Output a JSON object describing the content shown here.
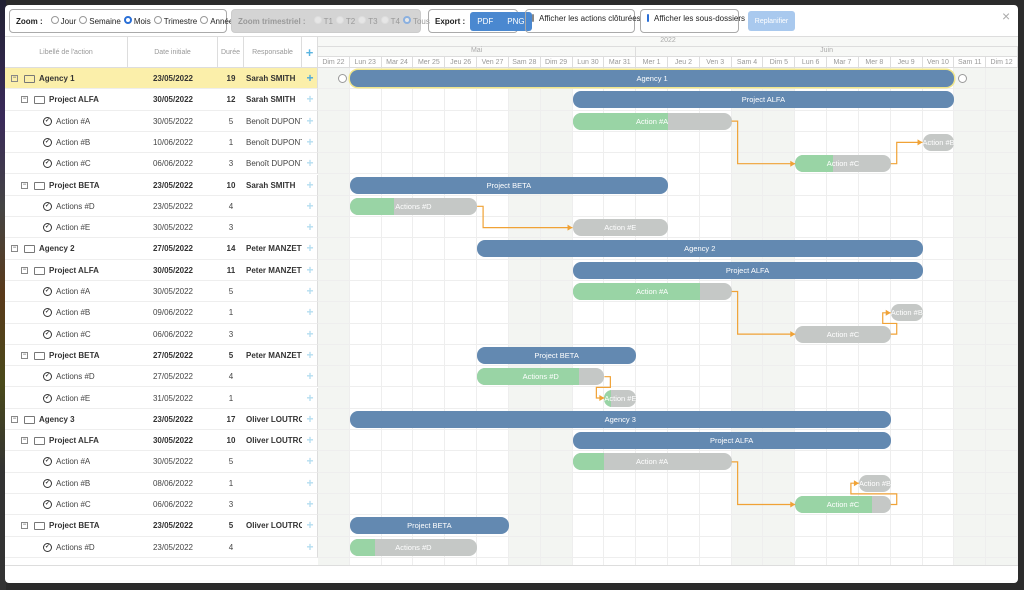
{
  "toolbar": {
    "zoom_label": "Zoom :",
    "zoom_options": [
      {
        "label": "Jour",
        "on": false
      },
      {
        "label": "Semaine",
        "on": false
      },
      {
        "label": "Mois",
        "on": true
      },
      {
        "label": "Trimestre",
        "on": false
      },
      {
        "label": "Année",
        "on": false
      }
    ],
    "quarter_label": "Zoom trimestriel :",
    "quarter_options": [
      {
        "label": "T1",
        "on": false
      },
      {
        "label": "T2",
        "on": false
      },
      {
        "label": "T3",
        "on": false
      },
      {
        "label": "T4",
        "on": false
      },
      {
        "label": "Tous",
        "on": true
      }
    ],
    "export_label": "Export :",
    "pdf": "PDF",
    "png": "PNG",
    "show_closed": "Afficher les actions clôturées",
    "show_closed_checked": false,
    "show_sub": "Afficher les sous-dossiers",
    "show_sub_checked": true,
    "replan": "Replanifier",
    "close": "×"
  },
  "table_header": {
    "label": "Libellé de l'action",
    "date": "Date initiale",
    "duration": "Durée",
    "responsible": "Responsable",
    "add": "+"
  },
  "timeline": {
    "year": "2022",
    "months": [
      {
        "label": "Mai",
        "days": 10
      },
      {
        "label": "Juin",
        "days": 12
      }
    ],
    "days": [
      "Dim 22",
      "Lun 23",
      "Mar 24",
      "Mer 25",
      "Jeu 26",
      "Ven 27",
      "Sam 28",
      "Dim 29",
      "Lun 30",
      "Mar 31",
      "Mer 1",
      "Jeu 2",
      "Ven 3",
      "Sam 4",
      "Dim 5",
      "Lun 6",
      "Mar 7",
      "Mer 8",
      "Jeu 9",
      "Ven 10",
      "Sam 11",
      "Dim 12"
    ],
    "weekend": [
      0,
      6,
      7,
      13,
      14,
      20,
      21
    ]
  },
  "colors": {
    "parent_bar": "#6389b1",
    "progress": "#99d4a5",
    "remaining": "#c5c8c6",
    "dependency": "#f0a236",
    "selected_row": "#fbefaa"
  },
  "rows": [
    {
      "type": "agency",
      "label": "Agency 1",
      "date": "23/05/2022",
      "duration": 19,
      "responsible": "Sarah SMITH",
      "selected": true
    },
    {
      "type": "project",
      "label": "Project ALFA",
      "date": "30/05/2022",
      "duration": 12,
      "responsible": "Sarah SMITH"
    },
    {
      "type": "action",
      "label": "Action #A",
      "date": "30/05/2022",
      "duration": 5,
      "responsible": "Benoît DUPONT",
      "progress": 0.6
    },
    {
      "type": "action",
      "label": "Action #B",
      "date": "10/06/2022",
      "duration": 1,
      "responsible": "Benoît DUPONT",
      "progress": 0
    },
    {
      "type": "action",
      "label": "Action #C",
      "date": "06/06/2022",
      "duration": 3,
      "responsible": "Benoît DUPONT",
      "progress": 0.4
    },
    {
      "type": "project",
      "label": "Project BETA",
      "date": "23/05/2022",
      "duration": 10,
      "responsible": "Sarah SMITH"
    },
    {
      "type": "action",
      "label": "Actions #D",
      "date": "23/05/2022",
      "duration": 4,
      "responsible": "",
      "progress": 0.35
    },
    {
      "type": "action",
      "label": "Action #E",
      "date": "30/05/2022",
      "duration": 3,
      "responsible": "",
      "progress": 0
    },
    {
      "type": "agency",
      "label": "Agency 2",
      "date": "27/05/2022",
      "duration": 14,
      "responsible": "Peter MANZETTI"
    },
    {
      "type": "project",
      "label": "Project ALFA",
      "date": "30/05/2022",
      "duration": 11,
      "responsible": "Peter MANZETTI"
    },
    {
      "type": "action",
      "label": "Action #A",
      "date": "30/05/2022",
      "duration": 5,
      "responsible": "",
      "progress": 0.8
    },
    {
      "type": "action",
      "label": "Action #B",
      "date": "09/06/2022",
      "duration": 1,
      "responsible": "",
      "progress": 0
    },
    {
      "type": "action",
      "label": "Action #C",
      "date": "06/06/2022",
      "duration": 3,
      "responsible": "",
      "progress": 0
    },
    {
      "type": "project",
      "label": "Project BETA",
      "date": "27/05/2022",
      "duration": 5,
      "responsible": "Peter MANZETTI"
    },
    {
      "type": "action",
      "label": "Actions #D",
      "date": "27/05/2022",
      "duration": 4,
      "responsible": "",
      "progress": 0.8
    },
    {
      "type": "action",
      "label": "Action #E",
      "date": "31/05/2022",
      "duration": 1,
      "responsible": "",
      "progress": 0.2
    },
    {
      "type": "agency",
      "label": "Agency 3",
      "date": "23/05/2022",
      "duration": 17,
      "responsible": "Oliver LOUTROS"
    },
    {
      "type": "project",
      "label": "Project ALFA",
      "date": "30/05/2022",
      "duration": 10,
      "responsible": "Oliver LOUTROS"
    },
    {
      "type": "action",
      "label": "Action #A",
      "date": "30/05/2022",
      "duration": 5,
      "responsible": "",
      "progress": 0.2
    },
    {
      "type": "action",
      "label": "Action #B",
      "date": "08/06/2022",
      "duration": 1,
      "responsible": "",
      "progress": 0
    },
    {
      "type": "action",
      "label": "Action #C",
      "date": "06/06/2022",
      "duration": 3,
      "responsible": "",
      "progress": 0.8
    },
    {
      "type": "project",
      "label": "Project BETA",
      "date": "23/05/2022",
      "duration": 5,
      "responsible": "Oliver LOUTROS"
    },
    {
      "type": "action",
      "label": "Actions #D",
      "date": "23/05/2022",
      "duration": 4,
      "responsible": "",
      "progress": 0.2
    }
  ],
  "dependencies": [
    [
      2,
      4
    ],
    [
      4,
      3
    ],
    [
      6,
      7
    ],
    [
      10,
      12
    ],
    [
      12,
      11
    ],
    [
      14,
      15
    ],
    [
      18,
      20
    ],
    [
      20,
      19
    ]
  ]
}
